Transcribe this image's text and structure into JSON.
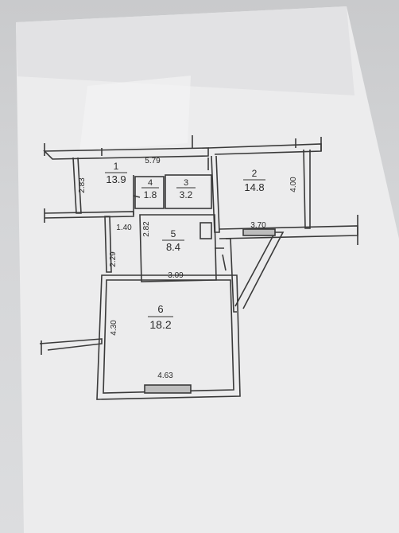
{
  "rooms": [
    {
      "number": "1",
      "area": "13.9"
    },
    {
      "number": "2",
      "area": "14.8"
    },
    {
      "number": "3",
      "area": "3.2"
    },
    {
      "number": "4",
      "area": "1.8"
    },
    {
      "number": "5",
      "area": "8.4"
    },
    {
      "number": "6",
      "area": "18.2"
    }
  ],
  "dimensions": {
    "d579": "5.79",
    "d283": "2.83",
    "d400": "4.00",
    "d370": "3.70",
    "d140": "1.40",
    "d282": "2.82",
    "d229": "2.29",
    "d309": "3.09",
    "d430": "4.30",
    "d463": "4.63"
  },
  "colors": {
    "paper": "#eeeeef",
    "ink": "#3a3a3a",
    "wall_fill": "#f4f4f4"
  }
}
